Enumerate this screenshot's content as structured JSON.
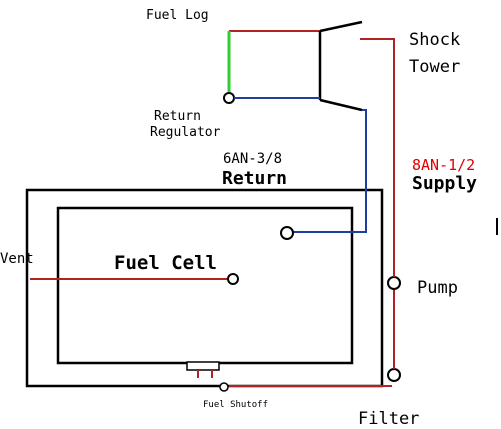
{
  "labels": {
    "fuel_log": "Fuel Log",
    "shock_tower_1": "Shock",
    "shock_tower_2": "Tower",
    "return_regulator_1": "Return",
    "return_regulator_2": "Regulator",
    "return_line_size": "6AN-3/8",
    "return_line": "Return",
    "supply_line_size": "8AN-1/2",
    "supply_line": "Supply",
    "vent": "Vent",
    "fuel_cell": "Fuel Cell",
    "pump": "Pump",
    "fuel_shutoff": "Fuel Shutoff",
    "filter": "Filter"
  },
  "colors": {
    "outline": "#000000",
    "supply_line": "#b22222",
    "return_line": "#1f3fa0",
    "fuel_log": "#33cc33",
    "supply_size_text": "#e00000"
  }
}
